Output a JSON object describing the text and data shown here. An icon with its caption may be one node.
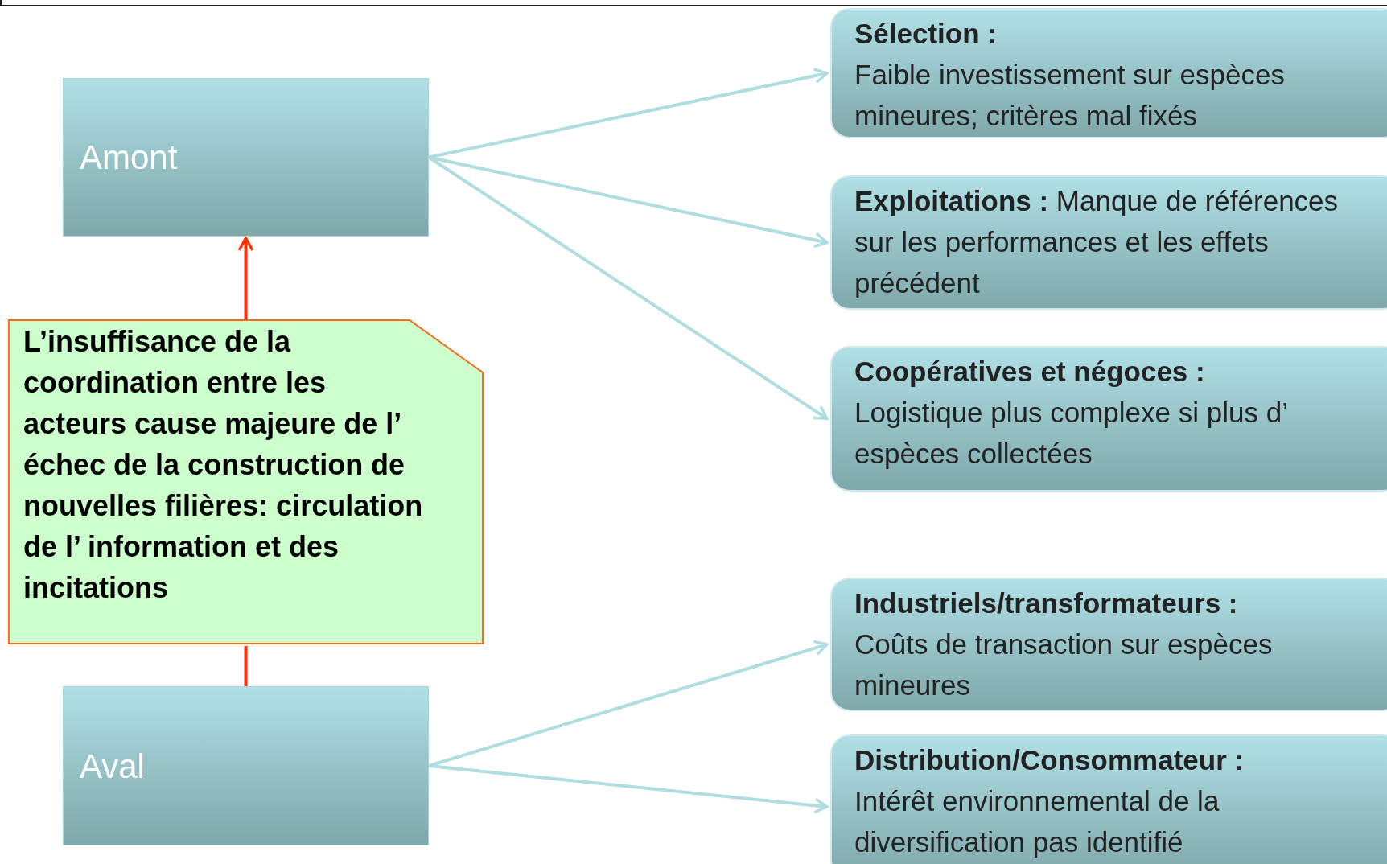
{
  "diagram": {
    "nodes": [
      {
        "text": [
          "Amont"
        ]
      },
      {
        "text": [
          "Sélection :",
          "Faible investissement sur espèces mineures; critères mal fixés"
        ]
      },
      {
        "text": [
          "**Exploitations :** Manque de références sur les performances et les effets précédent"
        ]
      },
      {
        "text": [
          "Coopératives et négoces :",
          "Logistique plus complexe si plus d’ espèces  collectées"
        ]
      },
      {
        "text": [
          "L’insuffisance de la coordination entre les acteurs cause majeure de l’ échec de la construction de nouvelles filières: circulation  de l’ information et des incitations"
        ]
      },
      {
        "text": [
          "Industriels/transformateurs :",
          "Coûts de transaction sur espèces mineures"
        ]
      },
      {
        "text": [
          "Aval"
        ]
      },
      {
        "text": [
          "Distribution/Consommateur :",
          "Intérêt environnemental de la diversification pas identifié"
        ]
      }
    ],
    "edges": [
      {
        "from": 0,
        "to": 1,
        "arrow": "to"
      },
      {
        "from": 0,
        "to": 2,
        "arrow": "to"
      },
      {
        "from": 0,
        "to": 3,
        "arrow": "to"
      },
      {
        "from": 4,
        "to": 0,
        "arrow": "to",
        "color": "#ff3300"
      },
      {
        "from": 6,
        "to": 4,
        "arrow": "none",
        "color": "#ff3300"
      },
      {
        "from": 6,
        "to": 5,
        "arrow": "to"
      },
      {
        "from": 6,
        "to": 7,
        "arrow": "to"
      }
    ]
  }
}
